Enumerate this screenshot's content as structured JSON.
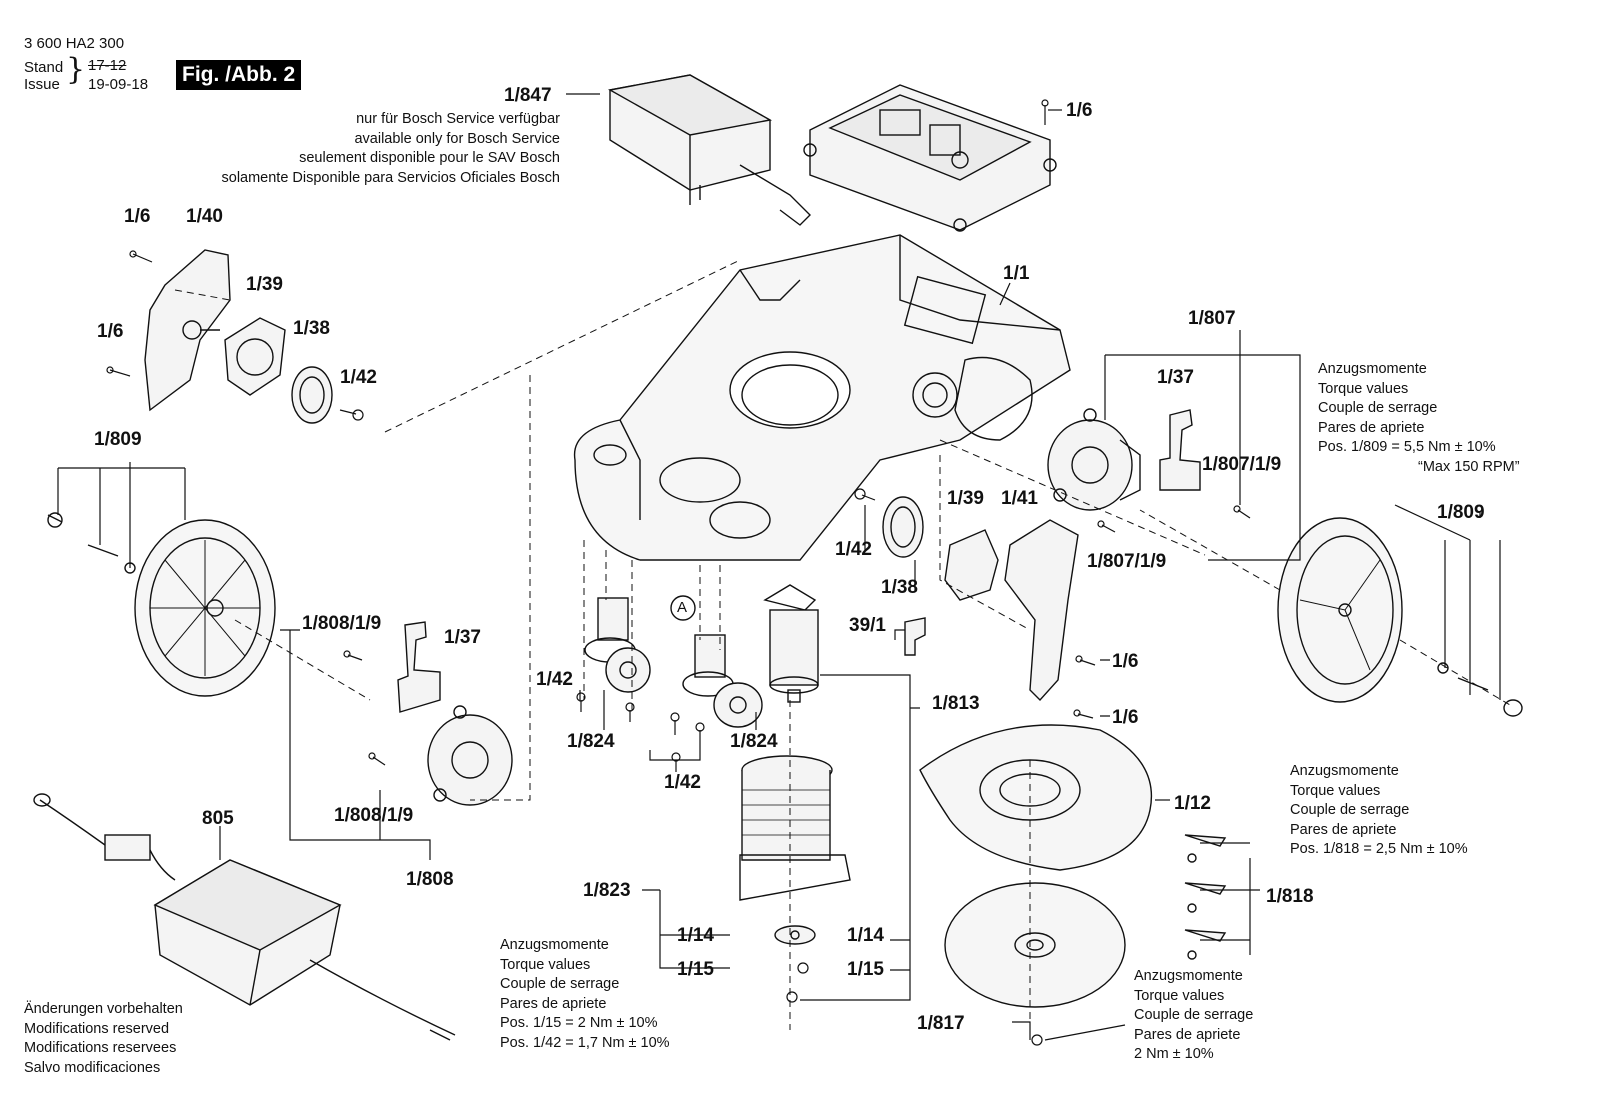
{
  "header": {
    "doc_number": "3 600 HA2 300",
    "stand_label": "Stand",
    "issue_label": "Issue",
    "stand_old": "17-12",
    "issue_date": "19-09-18",
    "figure_label": "Fig. /Abb. 2"
  },
  "service_note": [
    "nur für Bosch Service verfügbar",
    "available only for Bosch Service",
    "seulement disponible pour le SAV Bosch",
    "solamente Disponible para Servicios Oficiales Bosch"
  ],
  "part_labels": {
    "p1_847": "1/847",
    "p1_6_top": "1/6",
    "p1_6_a": "1/6",
    "p1_40": "1/40",
    "p1_39_left": "1/39",
    "p1_6_b": "1/6",
    "p1_38_left": "1/38",
    "p1_42_left": "1/42",
    "p1_1": "1/1",
    "p1_807": "1/807",
    "p1_37_right": "1/37",
    "p1_807_1_9_a": "1/807/1/9",
    "p1_807_1_9_b": "1/807/1/9",
    "p1_809_left": "1/809",
    "p1_809_right": "1/809",
    "p1_39_mid": "1/39",
    "p1_41": "1/41",
    "p1_42_mid": "1/42",
    "p1_38_mid": "1/38",
    "p39_1": "39/1",
    "p1_6_c": "1/6",
    "p1_6_d": "1/6",
    "p1_808_1_9_a": "1/808/1/9",
    "p1_37_left": "1/37",
    "p1_42_low": "1/42",
    "p1_824_a": "1/824",
    "p1_824_b": "1/824",
    "p1_42_bottom": "1/42",
    "p1_813": "1/813",
    "p1_808_1_9_b": "1/808/1/9",
    "p1_808": "1/808",
    "p805": "805",
    "p1_12": "1/12",
    "p1_818": "1/818",
    "p1_823": "1/823",
    "p1_14_a": "1/14",
    "p1_14_b": "1/14",
    "p1_15_a": "1/15",
    "p1_15_b": "1/15",
    "p1_817": "1/817",
    "callout_a": "A"
  },
  "torque_notes": {
    "right_top": [
      "Anzugsmomente",
      "Torque values",
      "Couple de serrage",
      "Pares de apriete",
      "Pos. 1/809 = 5,5 Nm  ± 10%",
      "“Max 150 RPM”"
    ],
    "right_mid": [
      "Anzugsmomente",
      "Torque values",
      "Couple de serrage",
      "Pares de apriete",
      "Pos. 1/818 = 2,5 Nm  ± 10%"
    ],
    "bottom_center": [
      "Anzugsmomente",
      "Torque values",
      "Couple de serrage",
      "Pares de apriete",
      "Pos. 1/15 = 2 Nm  ± 10%",
      "Pos. 1/42 = 1,7 Nm  ± 10%"
    ],
    "bottom_right": [
      "Anzugsmomente",
      "Torque values",
      "Couple de serrage",
      "Pares de apriete",
      "2 Nm  ± 10%"
    ]
  },
  "footer_note": [
    "Änderungen vorbehalten",
    "Modifications reserved",
    "Modifications reservees",
    "Salvo modificaciones"
  ],
  "colors": {
    "ink": "#111111",
    "badge_bg": "#000000",
    "badge_text": "#ffffff",
    "part_fill": "#f4f4f4"
  }
}
